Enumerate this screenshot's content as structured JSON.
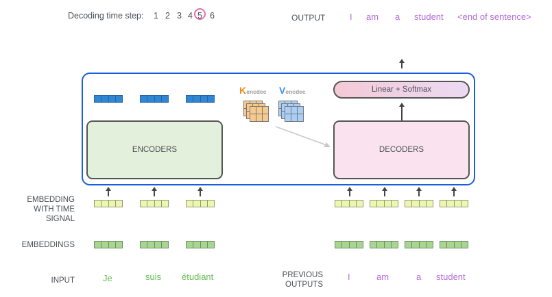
{
  "header": {
    "step_title": "Decoding time step:",
    "steps": [
      "1",
      "2",
      "3",
      "4",
      "5",
      "6"
    ],
    "current_step": "5",
    "output_label": "OUTPUT",
    "output_tokens": [
      "I",
      "am",
      "a",
      "student",
      "<end of sentence>"
    ]
  },
  "model": {
    "encoders_label": "ENCODERS",
    "decoders_label": "DECODERS",
    "linear_softmax_label": "Linear + Softmax",
    "k_label": {
      "main": "K",
      "sub": "encdec"
    },
    "v_label": {
      "main": "V",
      "sub": "encdec"
    }
  },
  "rows": {
    "embedding_time_signal": [
      "EMBEDDING",
      "WITH TIME",
      "SIGNAL"
    ],
    "embeddings": "EMBEDDINGS",
    "input": "INPUT",
    "previous_outputs": [
      "PREVIOUS",
      "OUTPUTS"
    ]
  },
  "input_tokens": [
    "Je",
    "suis",
    "étudiant"
  ],
  "previous_output_tokens": [
    "I",
    "am",
    "a",
    "student"
  ],
  "colors": {
    "accent_blue": "#1a5ee0",
    "output_purple": "#b56bd9",
    "input_green": "#66bb55",
    "highlight_pink": "#e070b0",
    "key_orange": "#f08a1e",
    "value_blue": "#3f8ff0"
  }
}
